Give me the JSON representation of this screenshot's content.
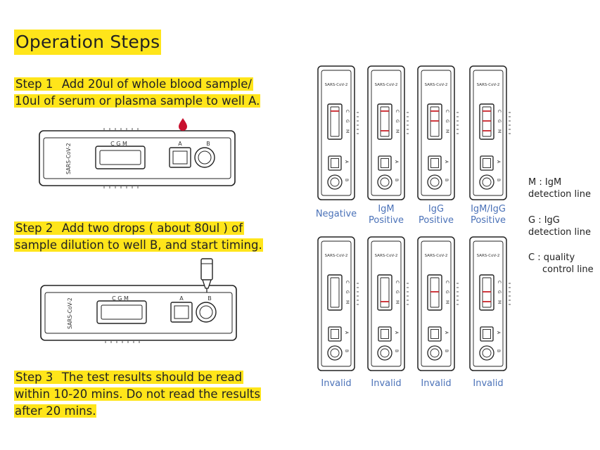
{
  "title": "Operation Steps",
  "steps": [
    {
      "label": "Step 1",
      "line1": "Add 20ul of whole blood sample/",
      "line2": "10ul of serum or plasma sample to well A."
    },
    {
      "label": "Step 2",
      "line1": "Add two drops ( about 80ul ) of",
      "line2": "sample dilution to well B, and start timing."
    },
    {
      "label": "Step 3",
      "line1": "The test results should be read",
      "line2": "within 10-20 mins. Do not read the results",
      "line3": "after 20 mins."
    }
  ],
  "device": {
    "brand": "SARS-CoV-2",
    "window_letters": "C G M",
    "c": "C",
    "g": "G",
    "m": "M",
    "well_a": "A",
    "well_b": "B"
  },
  "results_top": [
    {
      "line1": "Negative",
      "line2": "",
      "lines": [
        "C"
      ]
    },
    {
      "line1": "IgM",
      "line2": "Positive",
      "lines": [
        "C",
        "M"
      ]
    },
    {
      "line1": "IgG",
      "line2": "Positive",
      "lines": [
        "C",
        "G"
      ]
    },
    {
      "line1": "IgM/IgG",
      "line2": "Positive",
      "lines": [
        "C",
        "G",
        "M"
      ]
    }
  ],
  "results_bottom": [
    {
      "line1": "Invalid",
      "lines": []
    },
    {
      "line1": "Invalid",
      "lines": [
        "M"
      ]
    },
    {
      "line1": "Invalid",
      "lines": [
        "G"
      ]
    },
    {
      "line1": "Invalid",
      "lines": [
        "G",
        "M"
      ]
    }
  ],
  "legend": [
    {
      "line1": "M : IgM",
      "line2": "detection line"
    },
    {
      "line1": "G : IgG",
      "line2": "detection line"
    },
    {
      "line1": "C : quality",
      "line2": "control line"
    }
  ],
  "colors": {
    "highlight": "#ffe51a",
    "caption": "#4b72b8",
    "result_line": "#c8242b",
    "blood": "#c8102e"
  }
}
